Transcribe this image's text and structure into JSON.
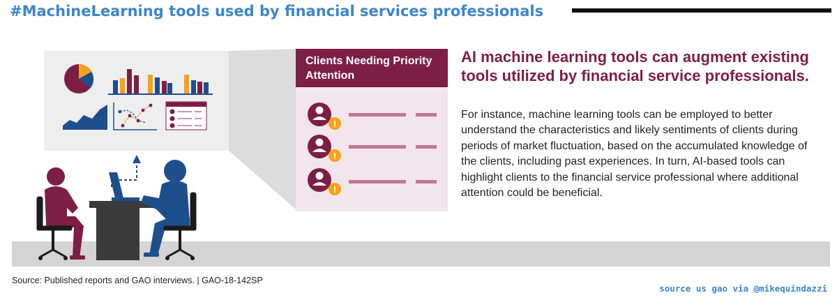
{
  "header": {
    "hashtag_title": "#MachineLearning tools used by financial services professionals"
  },
  "card": {
    "title": "Clients Needing Priority Attention",
    "rows": [
      {
        "icon": "client-user-icon",
        "badge": "!"
      },
      {
        "icon": "client-user-icon",
        "badge": "!"
      },
      {
        "icon": "client-user-icon",
        "badge": "!"
      }
    ]
  },
  "article": {
    "title": "AI machine learning tools can augment existing tools utilized by financial service professionals.",
    "body": "For instance, machine learning tools can be employed to better understand the characteristics and likely sentiments of clients during periods of market fluctuation, based on the accumulated knowledge of the clients, including past experiences. In turn, AI-based tools can highlight clients to the financial service professional where additional attention could be beneficial."
  },
  "footer": {
    "source": "Source: Published reports and GAO interviews.  |  GAO-18-142SP",
    "credit": "source us gao via @mikequindazzi"
  },
  "colors": {
    "maroon": "#7d1e46",
    "navy": "#1f4e8c",
    "orange": "#f5a21b",
    "blue_accent": "#3d86c9",
    "panel_gray": "#eeeeee",
    "floor_gray": "#d4d4d4",
    "card_pink": "#f3e5ec"
  }
}
